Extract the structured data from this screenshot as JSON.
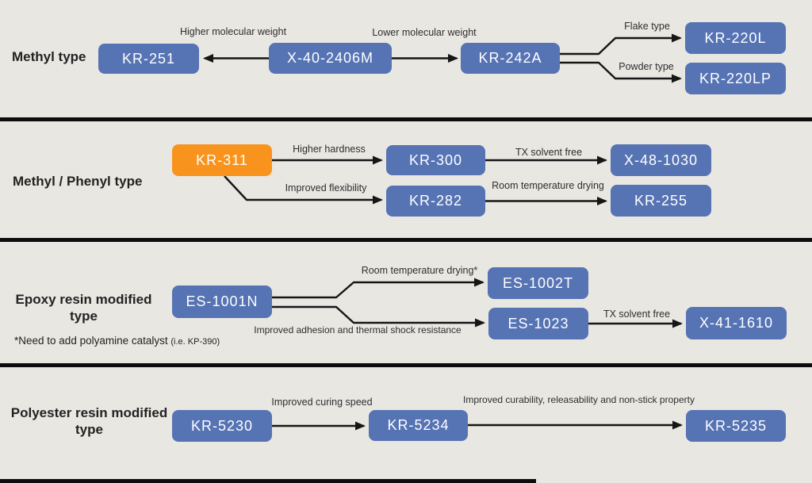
{
  "diagram_type": "product-flowchart",
  "colors": {
    "background": "#e9e7e2",
    "node_blue": "#5673b4",
    "node_orange": "#f8941d",
    "node_text": "#ffffff",
    "line": "#161616",
    "title_text": "#222222",
    "label_text": "#2e2e2e",
    "separator": "#0d0d0d"
  },
  "sections": [
    {
      "title": "Methyl type",
      "nodes": [
        {
          "id": "kr-251",
          "label": "KR-251"
        },
        {
          "id": "x-40-2406m",
          "label": "X-40-2406M"
        },
        {
          "id": "kr-242a",
          "label": "KR-242A"
        },
        {
          "id": "kr-220l",
          "label": "KR-220L"
        },
        {
          "id": "kr-220lp",
          "label": "KR-220LP"
        }
      ],
      "edges": [
        {
          "from": "X-40-2406M",
          "to": "KR-251",
          "label": "Higher molecular weight"
        },
        {
          "from": "X-40-2406M",
          "to": "KR-242A",
          "label": "Lower molecular weight"
        },
        {
          "from": "KR-242A",
          "to": "KR-220L",
          "label": "Flake type"
        },
        {
          "from": "KR-242A",
          "to": "KR-220LP",
          "label": "Powder type"
        }
      ]
    },
    {
      "title": "Methyl / Phenyl type",
      "nodes": [
        {
          "id": "kr-311",
          "label": "KR-311",
          "highlight": "orange"
        },
        {
          "id": "kr-300",
          "label": "KR-300"
        },
        {
          "id": "x-48-1030",
          "label": "X-48-1030"
        },
        {
          "id": "kr-282",
          "label": "KR-282"
        },
        {
          "id": "kr-255",
          "label": "KR-255"
        }
      ],
      "edges": [
        {
          "from": "KR-311",
          "to": "KR-300",
          "label": "Higher hardness"
        },
        {
          "from": "KR-300",
          "to": "X-48-1030",
          "label": "TX solvent free"
        },
        {
          "from": "KR-311",
          "to": "KR-282",
          "label": "Improved flexibility"
        },
        {
          "from": "KR-282",
          "to": "KR-255",
          "label": "Room temperature drying"
        }
      ]
    },
    {
      "title": "Epoxy resin modified type",
      "nodes": [
        {
          "id": "es-1001n",
          "label": "ES-1001N"
        },
        {
          "id": "es-1002t",
          "label": "ES-1002T"
        },
        {
          "id": "es-1023",
          "label": "ES-1023"
        },
        {
          "id": "x-41-1610",
          "label": "X-41-1610"
        }
      ],
      "edges": [
        {
          "from": "ES-1001N",
          "to": "ES-1002T",
          "label": "Room temperature drying*"
        },
        {
          "from": "ES-1001N",
          "to": "ES-1023",
          "label": "Improved adhesion and thermal shock resistance"
        },
        {
          "from": "ES-1023",
          "to": "X-41-1610",
          "label": "TX solvent free"
        }
      ],
      "footnote": {
        "marker": "*",
        "text": "Need to add polyamine catalyst ",
        "note": "(i.e. KP-390)"
      }
    },
    {
      "title": "Polyester resin modified type",
      "nodes": [
        {
          "id": "kr-5230",
          "label": "KR-5230"
        },
        {
          "id": "kr-5234",
          "label": "KR-5234"
        },
        {
          "id": "kr-5235",
          "label": "KR-5235"
        }
      ],
      "edges": [
        {
          "from": "KR-5230",
          "to": "KR-5234",
          "label": "Improved curing speed"
        },
        {
          "from": "KR-5234",
          "to": "KR-5235",
          "label": "Improved curability, releasability and non-stick property"
        }
      ]
    }
  ]
}
